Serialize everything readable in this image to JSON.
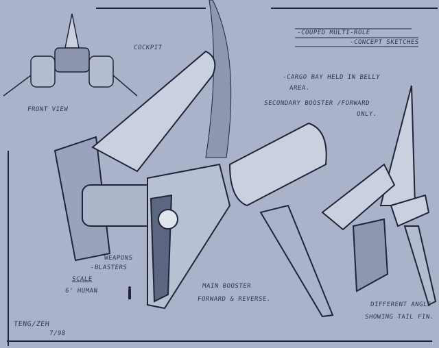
{
  "title": {
    "line1": "-COUPED MULTI-ROLE",
    "line2": "-CONCEPT SKETCHES"
  },
  "notes": {
    "cargo": "-CARGO BAY HELD IN BELLY",
    "cargo2": "AREA.",
    "secondary": "SECONDARY BOOSTER /FORWARD",
    "secondary2": "ONLY.",
    "cockpit": "COCKPIT",
    "front_view": "FRONT VIEW",
    "weapons": "WEAPONS",
    "weapons2": "-BLASTERS",
    "scale": "SCALE",
    "human": "6' HUMAN",
    "main_booster": "MAIN BOOSTER",
    "main_booster2": "FORWARD & REVERSE.",
    "angle": "DIFFERENT ANGLE",
    "angle2": "SHOWING TAIL FIN."
  },
  "signature": {
    "name": "TENG/ZEH",
    "date": "7/98"
  },
  "colors": {
    "paper": "#aab3c9",
    "ink": "#1f2436",
    "hull": "#c9d0e0",
    "shadow": "#6f7893"
  }
}
